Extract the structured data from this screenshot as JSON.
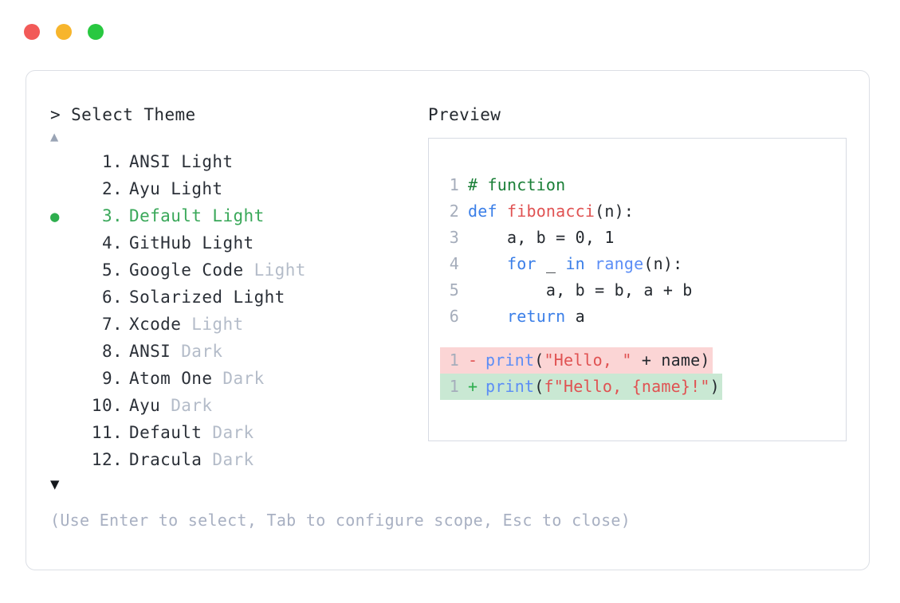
{
  "window": {
    "traffic_lights": [
      {
        "name": "close",
        "color": "#f25a58"
      },
      {
        "name": "minimize",
        "color": "#f7b52c"
      },
      {
        "name": "maximize",
        "color": "#28c840"
      }
    ]
  },
  "selector": {
    "prompt": "> Select Theme",
    "scroll_up": "▲",
    "scroll_down": "▼",
    "bullet": "●",
    "separator": ".",
    "selected_index": 3,
    "items": [
      {
        "number": "1",
        "name": "ANSI",
        "suffix": "Light",
        "suffix_dim": false,
        "selected": false
      },
      {
        "number": "2",
        "name": "Ayu",
        "suffix": "Light",
        "suffix_dim": false,
        "selected": false
      },
      {
        "number": "3",
        "name": "Default",
        "suffix": "Light",
        "suffix_dim": false,
        "selected": true
      },
      {
        "number": "4",
        "name": "GitHub",
        "suffix": "Light",
        "suffix_dim": false,
        "selected": false
      },
      {
        "number": "5",
        "name": "Google Code",
        "suffix": "Light",
        "suffix_dim": true,
        "selected": false
      },
      {
        "number": "6",
        "name": "Solarized",
        "suffix": "Light",
        "suffix_dim": false,
        "selected": false
      },
      {
        "number": "7",
        "name": "Xcode",
        "suffix": "Light",
        "suffix_dim": true,
        "selected": false
      },
      {
        "number": "8",
        "name": "ANSI",
        "suffix": "Dark",
        "suffix_dim": true,
        "selected": false
      },
      {
        "number": "9",
        "name": "Atom One",
        "suffix": "Dark",
        "suffix_dim": true,
        "selected": false
      },
      {
        "number": "10",
        "name": "Ayu",
        "suffix": "Dark",
        "suffix_dim": true,
        "selected": false
      },
      {
        "number": "11",
        "name": "Default",
        "suffix": "Dark",
        "suffix_dim": true,
        "selected": false
      },
      {
        "number": "12",
        "name": "Dracula",
        "suffix": "Dark",
        "suffix_dim": true,
        "selected": false
      }
    ],
    "hint": "(Use Enter to select, Tab to configure scope, Esc to close)"
  },
  "preview": {
    "title": "Preview",
    "code_lines": [
      {
        "no": "1",
        "tokens": [
          {
            "t": "# function",
            "c": "comment"
          }
        ]
      },
      {
        "no": "2",
        "tokens": [
          {
            "t": "def ",
            "c": "kw"
          },
          {
            "t": "fibonacci",
            "c": "fn"
          },
          {
            "t": "(n):",
            "c": "plain"
          }
        ]
      },
      {
        "no": "3",
        "tokens": [
          {
            "t": "    a, b = ",
            "c": "plain"
          },
          {
            "t": "0",
            "c": "num"
          },
          {
            "t": ", ",
            "c": "plain"
          },
          {
            "t": "1",
            "c": "num"
          }
        ]
      },
      {
        "no": "4",
        "tokens": [
          {
            "t": "    ",
            "c": "plain"
          },
          {
            "t": "for",
            "c": "kw"
          },
          {
            "t": " _ ",
            "c": "plain"
          },
          {
            "t": "in",
            "c": "kw"
          },
          {
            "t": " ",
            "c": "plain"
          },
          {
            "t": "range",
            "c": "builtin"
          },
          {
            "t": "(n):",
            "c": "plain"
          }
        ]
      },
      {
        "no": "5",
        "tokens": [
          {
            "t": "        a, b = b, a + b",
            "c": "plain"
          }
        ]
      },
      {
        "no": "6",
        "tokens": [
          {
            "t": "    ",
            "c": "plain"
          },
          {
            "t": "return",
            "c": "kw"
          },
          {
            "t": " a",
            "c": "plain"
          }
        ]
      }
    ],
    "diff_lines": [
      {
        "no": "1",
        "sign": "-",
        "kind": "del",
        "tokens": [
          {
            "t": "print",
            "c": "builtin"
          },
          {
            "t": "(",
            "c": "plain"
          },
          {
            "t": "\"Hello, \"",
            "c": "str"
          },
          {
            "t": " + name)",
            "c": "plain"
          }
        ]
      },
      {
        "no": "1",
        "sign": "+",
        "kind": "add",
        "tokens": [
          {
            "t": "print",
            "c": "builtin"
          },
          {
            "t": "(",
            "c": "plain"
          },
          {
            "t": "f\"Hello, {name}!\"",
            "c": "str"
          },
          {
            "t": ")",
            "c": "plain"
          }
        ]
      }
    ]
  }
}
